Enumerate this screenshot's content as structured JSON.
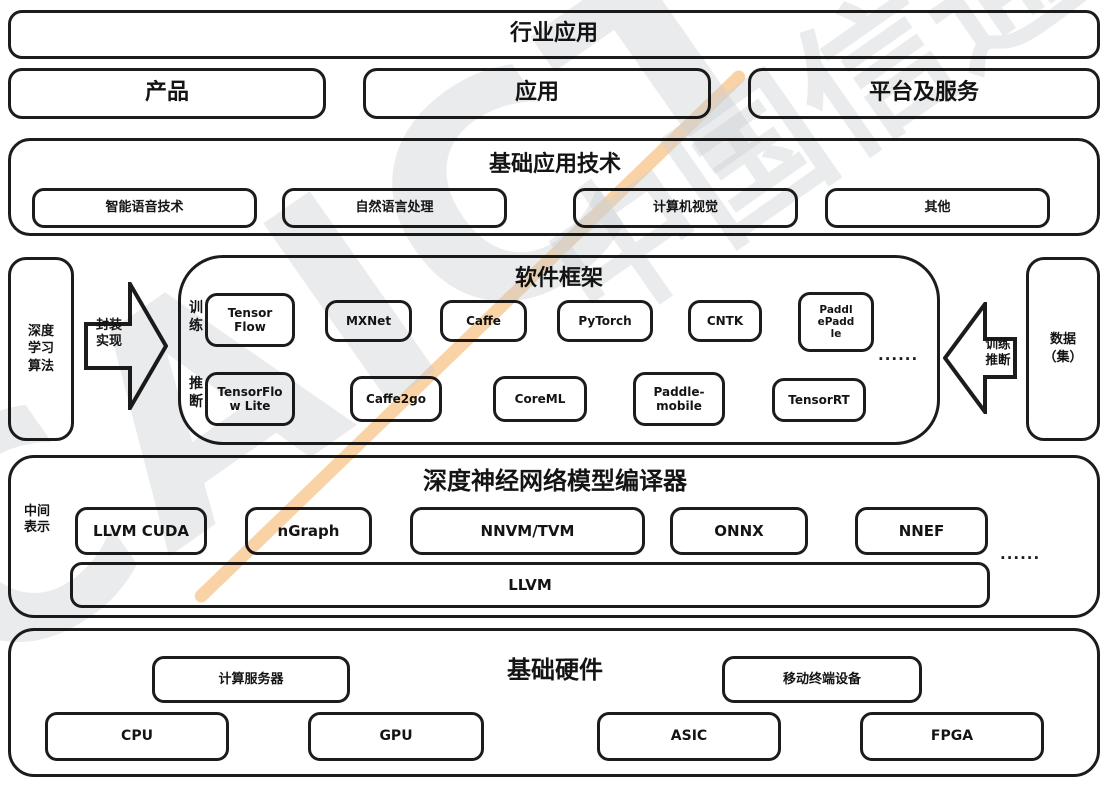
{
  "watermark": {
    "latin": "CAICT",
    "cn": "中国信通院",
    "accent": "#f3a54b"
  },
  "industry": {
    "title": "行业应用"
  },
  "offerings": {
    "product": "产品",
    "application": "应用",
    "platform": "平台及服务"
  },
  "app_tech": {
    "title": "基础应用技术",
    "speech": "智能语音技术",
    "nlp": "自然语言处理",
    "cv": "计算机视觉",
    "other": "其他"
  },
  "framework": {
    "title": "软件框架",
    "algorithm_box": "深度\n学习\n算法",
    "package_arrow": "封装\n实现",
    "train_label": "训\n练",
    "infer_label": "推\n断",
    "train_items": [
      "Tensor\nFlow",
      "MXNet",
      "Caffe",
      "PyTorch",
      "CNTK",
      "Paddl\nePadd\nle"
    ],
    "infer_items": [
      "TensorFlo\nw Lite",
      "Caffe2go",
      "CoreML",
      "Paddle-\nmobile",
      "TensorRT"
    ],
    "ellipsis": "......",
    "train_infer_arrow": "训练\n推断",
    "dataset_box": "数据\n（集）"
  },
  "compiler": {
    "title": "深度神经网络模型编译器",
    "ir_label": "中间\n表示",
    "items": [
      "LLVM CUDA",
      "nGraph",
      "NNVM/TVM",
      "ONNX",
      "NNEF"
    ],
    "ellipsis": "......",
    "llvm": "LLVM"
  },
  "hardware": {
    "title": "基础硬件",
    "server": "计算服务器",
    "mobile": "移动终端设备",
    "chips": [
      "CPU",
      "GPU",
      "ASIC",
      "FPGA"
    ]
  }
}
